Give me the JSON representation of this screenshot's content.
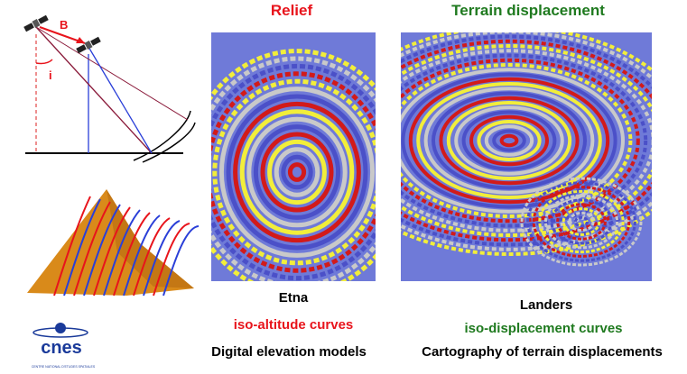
{
  "titles": {
    "relief": "Relief",
    "terrain": "Terrain displacement"
  },
  "geometry": {
    "label_b": "B",
    "label_i": "i"
  },
  "captions": {
    "etna": "Etna",
    "iso_altitude": "iso-altitude curves",
    "dem": "Digital elevation models",
    "landers": "Landers",
    "iso_displacement": "iso-displacement curves",
    "cartography": "Cartography of terrain displacements"
  },
  "logo": {
    "text": "cnes",
    "subtitle": "CENTRE NATIONAL D'ETUDES SPATIALES"
  },
  "colors": {
    "red": "#e8141c",
    "green": "#1f7a1f",
    "fringe_blue": "#4b50c8",
    "fringe_yellow": "#f2ee3a",
    "fringe_red": "#d21a1a",
    "terrain_orange": "#d98a1a"
  }
}
